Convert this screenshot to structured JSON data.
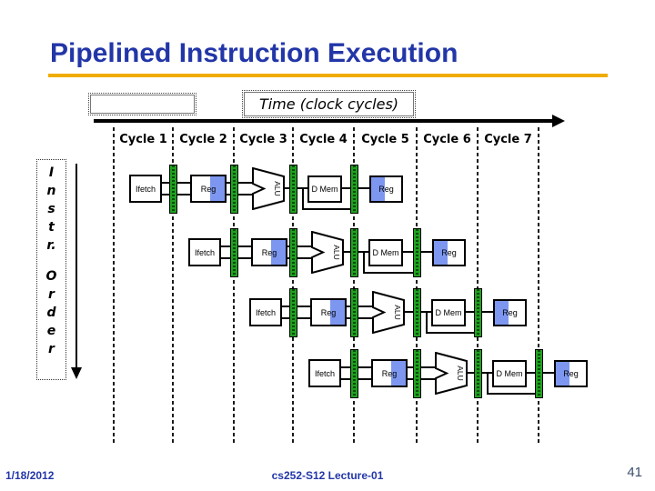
{
  "title": "Pipelined Instruction Execution",
  "timeline": {
    "label": "Time (clock cycles)",
    "cycles": [
      "Cycle 1",
      "Cycle 2",
      "Cycle 3",
      "Cycle 4",
      "Cycle 5",
      "Cycle 6",
      "Cycle 7"
    ]
  },
  "instr_order": {
    "letters": [
      "I",
      "n",
      "s",
      "t",
      "r.",
      "O",
      "r",
      "d",
      "e",
      "r"
    ]
  },
  "pipeline": {
    "rows": [
      {
        "stages": [
          "Ifetch",
          "Reg",
          "ALU",
          "D Mem",
          "Reg"
        ]
      },
      {
        "stages": [
          "Ifetch",
          "Reg",
          "ALU",
          "D Mem",
          "Reg"
        ]
      },
      {
        "stages": [
          "Ifetch",
          "Reg",
          "ALU",
          "D Mem",
          "Reg"
        ]
      },
      {
        "stages": [
          "Ifetch",
          "Reg",
          "ALU",
          "D Mem",
          "Reg"
        ]
      }
    ]
  },
  "footer": {
    "date": "1/18/2012",
    "course": "cs252-S12 Lecture-01",
    "page": "41"
  },
  "colors": {
    "title_blue": "#2236a8",
    "rule_gold": "#f0ad00",
    "latch_green": "#21a121",
    "reg_blue": "#7d97f0"
  }
}
